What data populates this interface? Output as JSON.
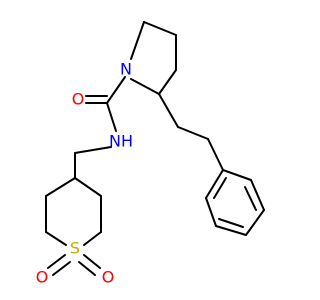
{
  "molecule": {
    "colors": {
      "bond": "#000000",
      "nitrogen": "#0000ff",
      "oxygen": "#ff0000",
      "sulfur": "#ccaa00"
    },
    "atoms": {
      "N1": {
        "element": "N",
        "label": "N",
        "color": "#0000ff"
      },
      "NH": {
        "element": "N",
        "label": "NH",
        "color": "#0000ff"
      },
      "O_carbonyl": {
        "element": "O",
        "label": "O",
        "color": "#ff0000"
      },
      "S": {
        "element": "S",
        "label": "S",
        "color": "#ccaa00"
      },
      "O_sulfonyl_left": {
        "element": "O",
        "label": "O",
        "color": "#ff0000"
      },
      "O_sulfonyl_right": {
        "element": "O",
        "label": "O",
        "color": "#ff0000"
      }
    }
  }
}
